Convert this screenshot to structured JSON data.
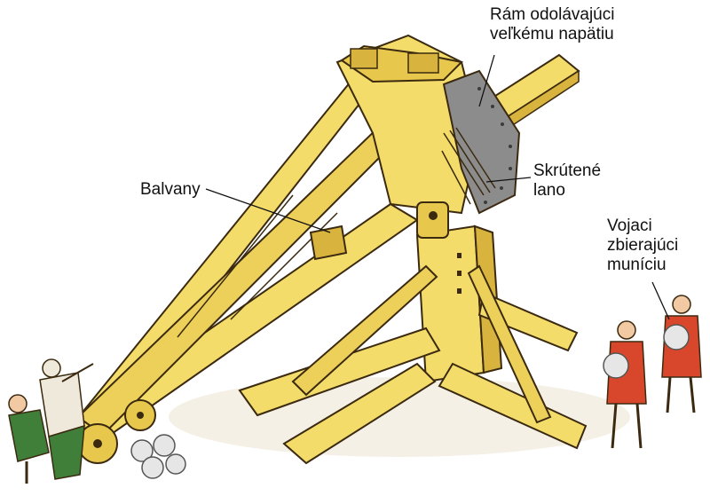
{
  "labels": {
    "frame": {
      "line1": "Rám odolávajúci",
      "line2": "veľkému napätiu"
    },
    "rope": {
      "line1": "Skrútené",
      "line2": "lano"
    },
    "boulders": {
      "line1": "Balvany"
    },
    "soldiers": {
      "line1": "Vojaci",
      "line2": "zbierajúci",
      "line3": "muníciu"
    }
  },
  "colors": {
    "wood": "#f3dc6a",
    "wood_shade": "#d8b43e",
    "outline": "#3b2a10",
    "frame_plate": "#8c8c8c",
    "uniform_red": "#d8472c",
    "uniform_white": "#efe9dc",
    "uniform_green": "#3f7f3a",
    "stone": "#e6e6e6"
  }
}
